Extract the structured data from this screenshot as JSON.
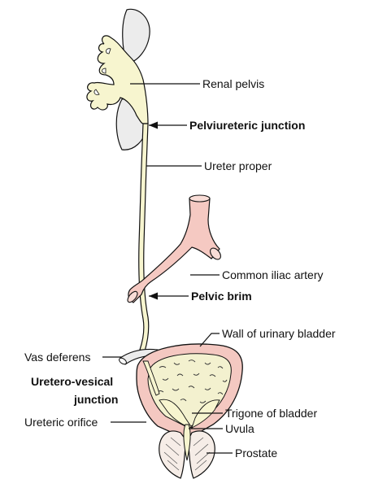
{
  "labels": {
    "renal_pelvis": "Renal pelvis",
    "pelviureteric_junction": "Pelviureteric junction",
    "ureter_proper": "Ureter proper",
    "common_iliac_artery": "Common iliac artery",
    "pelvic_brim": "Pelvic brim",
    "wall_of_urinary_bladder": "Wall of urinary bladder",
    "vas_deferens": "Vas deferens",
    "uretero_vesical_line1": "Uretero-vesical",
    "uretero_vesical_line2": "junction",
    "ureteric_orifice": "Ureteric orifice",
    "trigone_of_bladder": "Trigone of bladder",
    "uvula": "Uvula",
    "prostate": "Prostate"
  },
  "colors": {
    "kidney": "#ececec",
    "ureter": "#f7f5cf",
    "artery": "#f5c9c2",
    "bladder_wall": "#f4c8c1",
    "bladder_interior": "#f3f1cf",
    "prostate": "#f6ede7",
    "outline": "#111111"
  }
}
